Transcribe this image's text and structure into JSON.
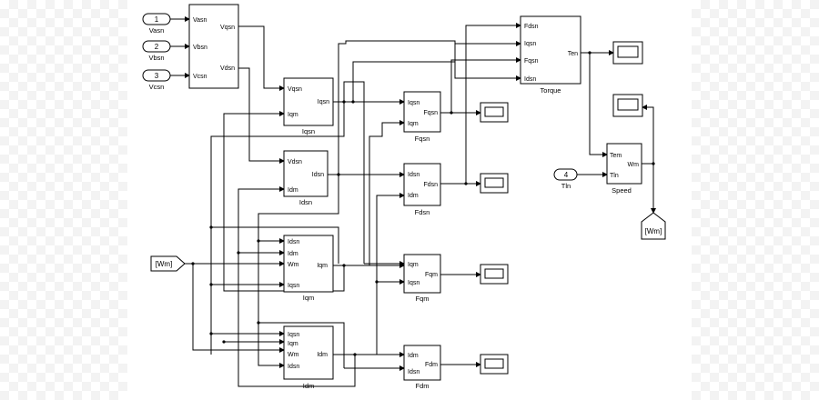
{
  "inports": [
    {
      "num": "1",
      "label": "Vasn"
    },
    {
      "num": "2",
      "label": "Vbsn"
    },
    {
      "num": "3",
      "label": "Vcsn"
    },
    {
      "num": "4",
      "label": "Tln"
    }
  ],
  "transform": {
    "in": [
      "Vasn",
      "Vbsn",
      "Vcsn"
    ],
    "out": [
      "Vqsn",
      "Vdsn"
    ]
  },
  "iqsn": {
    "in": [
      "Vqsn",
      "Iqm"
    ],
    "out": "Iqsn",
    "name": "Iqsn"
  },
  "idsn": {
    "in": [
      "Vdsn",
      "Idm"
    ],
    "out": "Idsn",
    "name": "Idsn"
  },
  "iqm": {
    "in": [
      "Idsn",
      "Idm",
      "Wm",
      "Iqsn"
    ],
    "out": "Iqm",
    "name": "Iqm"
  },
  "idm": {
    "in": [
      "Iqsn",
      "Iqm",
      "Wm",
      "Idsn"
    ],
    "out": "Idm",
    "name": "Idm"
  },
  "fqsn": {
    "in": [
      "Iqsn",
      "Iqm"
    ],
    "out": "Fqsn",
    "name": "Fqsn"
  },
  "fdsn": {
    "in": [
      "Idsn",
      "Idm"
    ],
    "out": "Fdsn",
    "name": "Fdsn"
  },
  "fqm": {
    "in": [
      "Iqm",
      "Iqsn"
    ],
    "out": "Fqm",
    "name": "Fqm"
  },
  "fdm": {
    "in": [
      "Idm",
      "Idsn"
    ],
    "out": "Fdm",
    "name": "Fdm"
  },
  "torque": {
    "in": [
      "Fdsn",
      "Iqsn",
      "Fqsn",
      "Idsn"
    ],
    "out": "Ten",
    "name": "Torque"
  },
  "speed": {
    "in": [
      "Tem",
      "Tln"
    ],
    "out": "Wm",
    "name": "Speed"
  },
  "goto_tag": "[Wm]",
  "from_tag": "[Wm]"
}
